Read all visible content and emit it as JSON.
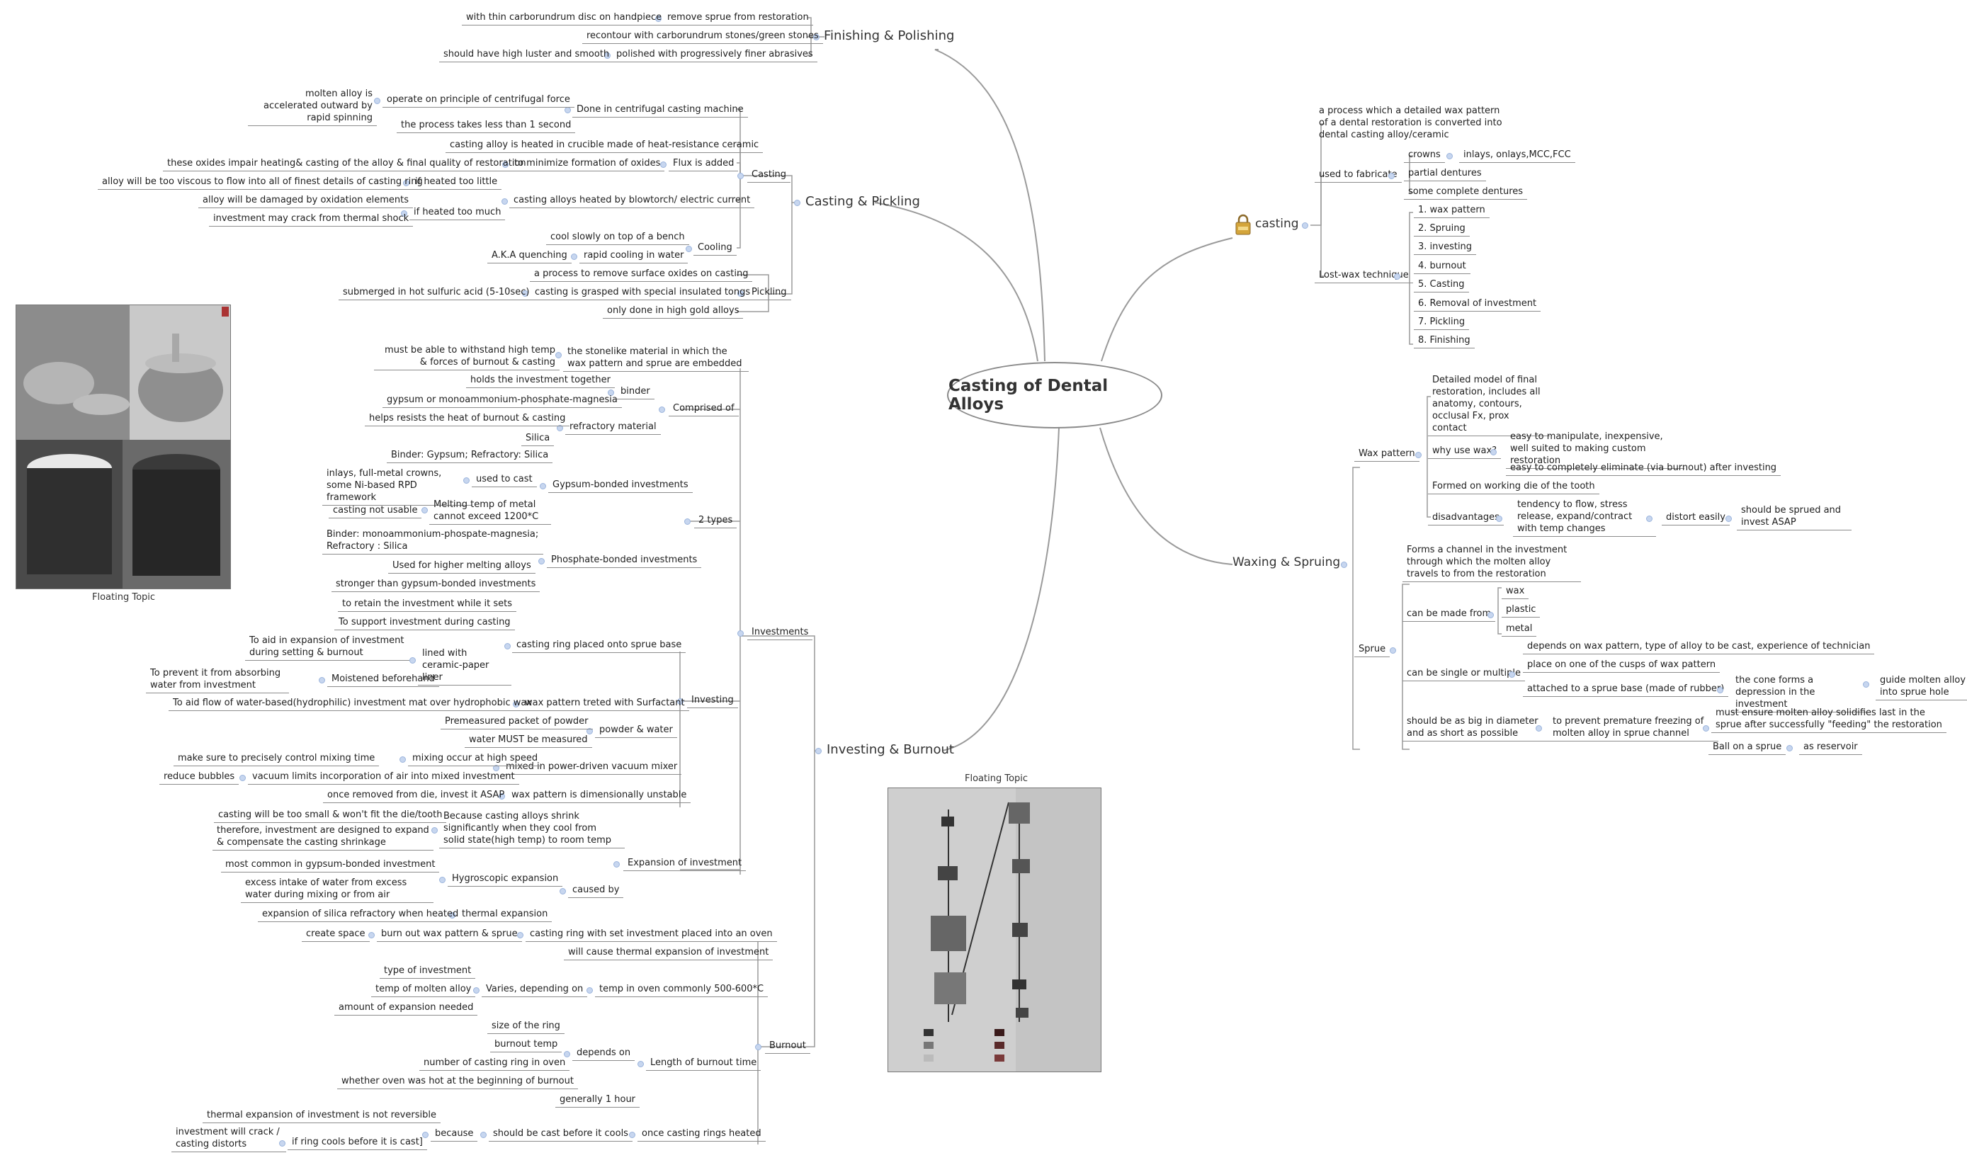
{
  "central_topic": "Casting of Dental Alloys",
  "nodes": {
    "fp": "Finishing & Polishing",
    "fp1": "remove sprue from restoration",
    "fp1a": "with thin carborundrum disc on handpiece",
    "fp2": "recontour with carborundrum stones/green stones",
    "fp3": "polished with progressively finer abrasives",
    "fp3a": "should have high luster and smooth",
    "cp": "Casting & Pickling",
    "casting": "Casting",
    "centrif": "Done in centrifugal casting machine",
    "centrif1": "operate on principle of centrifugal force",
    "centrif1a": "molten alloy is accelerated outward by rapid spinning",
    "centrif2": "the process takes less than 1 second",
    "crucible": "casting alloy is heated in crucible made of heat-resistance ceramic",
    "flux": "Flux is added",
    "flux1": "to minimize formation of oxides",
    "flux1a": "these oxides impair heating& casting of the alloy & final quality of restoration",
    "blowtorch": "casting alloys heated by blowtorch/ electric current",
    "bt1": "if heated too little",
    "bt1a": "alloy will be too viscous to flow into all of finest details of casting ring",
    "bt2": "if heated too much",
    "bt2a": "alloy will be damaged by oxidation elements",
    "bt2b": "investment may crack from thermal shock",
    "cooling": "Cooling",
    "cool1": "cool slowly on top of a bench",
    "cool2": "rapid cooling in water",
    "cool2a": "A.K.A quenching",
    "pickling": "Pickling",
    "pick1": "a process to remove surface oxides on casting",
    "pick2": "casting is grasped with special insulated tongs",
    "pick2a": "submerged in hot sulfuric acid (5-10sec)",
    "pick3": "only done in high gold alloys",
    "ib": "Investing & Burnout",
    "investments": "Investments",
    "inv_def": "the stonelike material in which the wax pattern and sprue are embedded",
    "inv_def1": "must be able to withstand high temp & forces of burnout & casting",
    "comprised": "Comprised of",
    "binder": "binder",
    "binder1": "holds the investment together",
    "binder2": "gypsum or monoammonium-phosphate-magnesia",
    "refract": "refractory material",
    "refract1": "helps resists the heat of burnout & casting",
    "refract2": "Silica",
    "types": "2 types",
    "gyp": "Gypsum-bonded investments",
    "gyp1": "Binder: Gypsum; Refractory: Silica",
    "gyp2": "used to cast",
    "gyp2a": "inlays, full-metal crowns, some Ni-based RPD framework",
    "gyp3": "Melting temp of metal cannot exceed 1200*C",
    "gyp3a": "casting not usable",
    "phos": "Phosphate-bonded investments",
    "phos1": "Binder: monoammonium-phospate-magnesia; Refractory : Silica",
    "phos2": "Used for higher melting alloys",
    "phos3": "stronger than gypsum-bonded investments",
    "investing": "Investing",
    "ring": "casting ring placed onto sprue base",
    "ring1": "to retain the investment while it sets",
    "ring2": "To support investment during casting",
    "ring3": "lined with ceramic-paper liner",
    "ring3a": "To aid in expansion of investment during setting & burnout",
    "ring3b": "Moistened beforehand",
    "ring3b1": "To prevent it from absorbing water from investment",
    "surf": "wax pattern treted with Surfactant",
    "surf1": "To aid flow of water-based(hydrophilic) investment mat over hydrophobic wax",
    "powder": "powder & water",
    "powder1": "Premeasured packet of powder",
    "powder2": "water MUST be measured",
    "mixed": "mixed in power-driven vacuum mixer",
    "mixed1": "mixing occur at high speed",
    "mixed1a": "make sure to precisely control mixing time",
    "mixed2": "vacuum limits incorporation of air into mixed investment",
    "mixed2a": "reduce bubbles",
    "unstable": "wax pattern is dimensionally unstable",
    "unstable1": "once removed from die, invest it ASAP",
    "expansion": "Expansion of investment",
    "exp1": "Because casting alloys shrink significantly when they cool from solid state(high temp) to room temp",
    "exp1a": "casting will be too small & won't fit the die/tooth",
    "exp1b": "therefore, investment are designed to expand & compensate the casting shrinkage",
    "causedby": "caused by",
    "hygro": "Hygroscopic expansion",
    "hygro1": "most common in gypsum-bonded investment",
    "hygro2": "excess intake of water from excess water during mixing or from air",
    "thermal": "thermal expansion",
    "thermal1": "expansion of silica refractory when heated",
    "burnout": "Burnout",
    "oven": "casting ring with set investment placed into an oven",
    "oven1": "burn out wax pattern & sprue",
    "oven1a": "create space",
    "thermexp": "will cause thermal expansion of investment",
    "temp": "temp in oven commonly 500-600*C",
    "temp1": "Varies, depending on",
    "temp1a": "type of investment",
    "temp1b": "temp of molten alloy",
    "temp1c": "amount of expansion needed",
    "length": "Length of burnout time",
    "depends": "depends on",
    "dep1": "size of the ring",
    "dep2": "burnout temp",
    "dep3": "number of casting ring in oven",
    "dep4": "whether oven was hot at the beginning of burnout",
    "onehour": "generally 1 hour",
    "once": "once casting rings heated",
    "once1": "should be cast before it cools",
    "because": "because",
    "because1": "thermal expansion of investment is not reversible",
    "cools": "if ring cools before it is cast]",
    "cools1": "investment will crack / casting distorts",
    "casting_r": "casting",
    "cast_def": "a process which a detailed wax pattern of a dental restoration is converted into dental casting alloy/ceramic",
    "fabricate": "used to fabricate",
    "crowns": "crowns",
    "crowns1": "inlays, onlays,MCC,FCC",
    "partial": "partial dentures",
    "complete": "some complete dentures",
    "lostwax": "Lost-wax technique",
    "step1": "1. wax pattern",
    "step2": "2. Spruing",
    "step3": "3. investing",
    "step4": "4. burnout",
    "step5": "5. Casting",
    "step6": "6. Removal of investment",
    "step7": "7. Pickling",
    "step8": "8. Finishing",
    "ws": "Waxing & Spruing",
    "waxpat": "Wax pattern",
    "wp1": "Detailed model of final restoration, includes all anatomy, contours, occlusal Fx, prox contact",
    "whywax": "why use wax?",
    "whywax1": "easy to manipulate, inexpensive, well suited to making custom restoration",
    "whywax2": "easy to completely eliminate (via burnout) after investing",
    "wp2": "Formed on working die of the tooth",
    "disadv": "disadvantages",
    "disadv1": "tendency to flow, stress release, expand/contract with temp changes",
    "distort": "distort easily",
    "distort1": "should be sprued and invest ASAP",
    "sprue": "Sprue",
    "sp1": "Forms a channel in the investment through which the molten alloy travels to from the restoration",
    "madefrom": "can be made from",
    "mf1": "wax",
    "mf2": "plastic",
    "mf3": "metal",
    "single": "can be single or multiple",
    "single1": "depends on wax pattern, type of alloy to be cast, experience of technician",
    "single2": "place on one of the cusps of wax pattern",
    "single3": "attached to a sprue base (made of rubber)",
    "cone": "the cone forms a depression in the investment",
    "cone1": "guide molten alloy into sprue hole",
    "big": "should be as big in diameter and as short as possible",
    "big1": "to prevent premature freezing of molten alloy in sprue channel",
    "big1a": "must ensure molten alloy solidifies last in the sprue after successfully \"feeding\" the restoration",
    "ball": "Ball on a sprue",
    "ball1": "as reservoir"
  },
  "floating": {
    "topic1": "Floating Topic",
    "topic2": "Floating Topic"
  },
  "colors": {
    "line": "#9a9a9a",
    "dot": "#c7d6ef"
  },
  "icons": {
    "lock": "lock-icon"
  }
}
